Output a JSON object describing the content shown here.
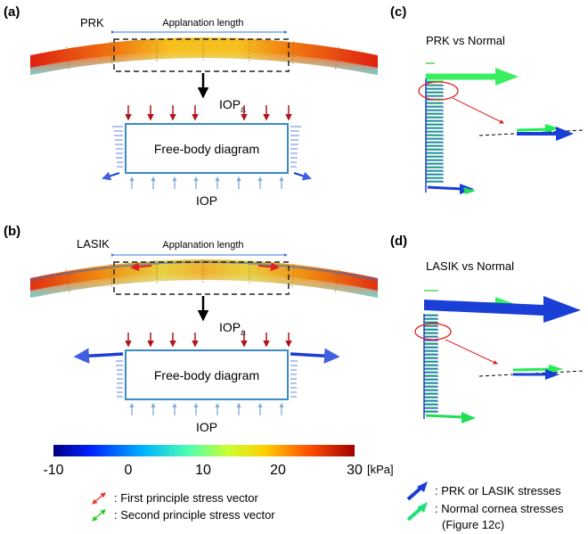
{
  "panels": {
    "a": {
      "letter": "(a)",
      "surgery": "PRK",
      "applanation": "Applanation length",
      "iop_a_main": "IOP",
      "iop_a_sub": "a",
      "fbd": "Free-body diagram",
      "iop": "IOP"
    },
    "b": {
      "letter": "(b)",
      "surgery": "LASIK",
      "applanation": "Applanation length",
      "iop_a_main": "IOP",
      "iop_a_sub": "a",
      "fbd": "Free-body diagram",
      "iop": "IOP"
    },
    "c": {
      "letter": "(c)",
      "title": "PRK vs Normal"
    },
    "d": {
      "letter": "(d)",
      "title": "LASIK vs Normal"
    }
  },
  "colorbar": {
    "ticks": [
      "-10",
      "0",
      "10",
      "20",
      "30"
    ],
    "unit": "[kPa]",
    "range": [
      -10,
      30
    ]
  },
  "legend_left": {
    "first": ": First principle stress vector",
    "second": ": Second principle stress vector"
  },
  "legend_right": {
    "prk_lasik": ": PRK or LASIK stresses",
    "normal_line1": ": Normal cornea stresses",
    "normal_line2": "(Figure 12c)"
  },
  "colors": {
    "first_principal": "#e63a2a",
    "second_principal": "#22cc22",
    "surgery_stress": "#1a3fd6",
    "normal_stress": "#22e07a",
    "box_outline": "#3a8ac4",
    "iopa_arrow": "#b0141c",
    "iop_arrow": "#7fa8d8"
  }
}
